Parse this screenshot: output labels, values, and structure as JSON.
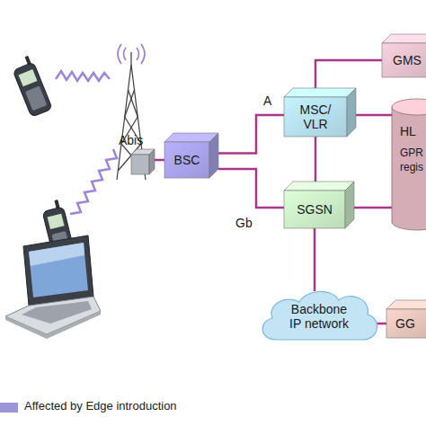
{
  "diagram": {
    "nodes": [
      {
        "text": [
          "GMS"
        ]
      },
      {
        "text": [
          "MSC/ VLR"
        ]
      },
      {
        "text": [
          "HL",
          "GPR regis"
        ]
      },
      {
        "text": [
          "BSC"
        ]
      },
      {
        "text": [
          "SGSN"
        ]
      },
      {
        "text": [
          "Backbone IP network"
        ]
      },
      {
        "text": [
          "GG"
        ]
      }
    ],
    "edges": [
      {
        "from": 3,
        "to": 1,
        "label": "A",
        "arrow": "none"
      },
      {
        "from": 3,
        "to": 4,
        "label": "Gb",
        "arrow": "none"
      },
      {
        "from": 1,
        "to": 0,
        "arrow": "none"
      },
      {
        "from": 1,
        "to": 2,
        "arrow": "none"
      },
      {
        "from": 1,
        "to": 4,
        "arrow": "none"
      },
      {
        "from": 4,
        "to": 2,
        "arrow": "none"
      },
      {
        "from": 4,
        "to": 5,
        "arrow": "none"
      },
      {
        "from": 5,
        "to": 6,
        "arrow": "none"
      }
    ],
    "labels": [
      "Abis"
    ],
    "legend": [
      {
        "text": "Affected by Edge introduction",
        "color": "#9b96d8"
      }
    ]
  }
}
